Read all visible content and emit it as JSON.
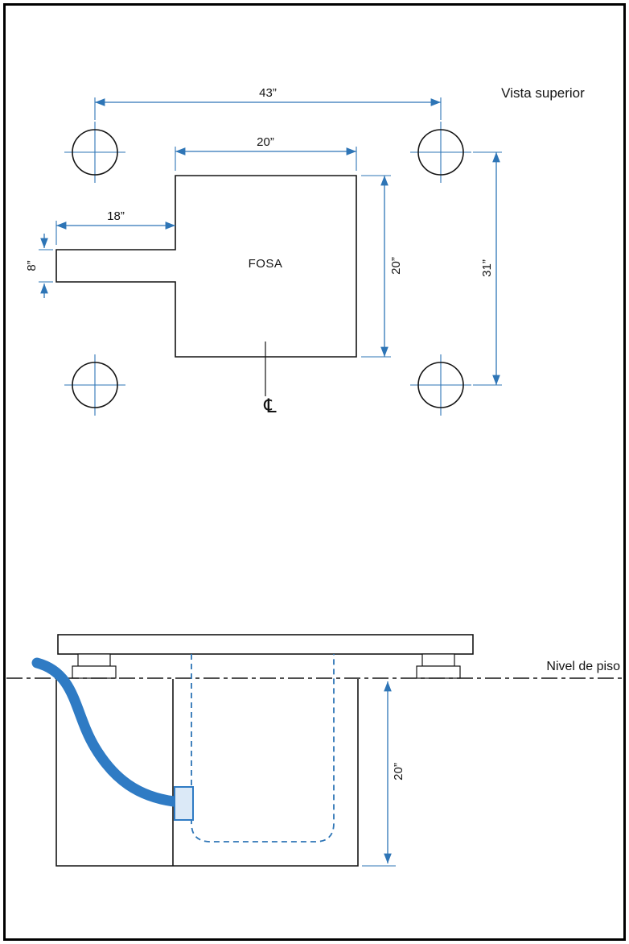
{
  "title": {
    "top_view": "Vista superior"
  },
  "top_view": {
    "fosa_label": "FOSA",
    "centerline_symbol": "℄",
    "dims": {
      "anchors_width": "43”",
      "fosa_width": "20”",
      "channel_length": "18”",
      "channel_width": "8”",
      "fosa_depth": "20”",
      "anchors_height": "31”"
    }
  },
  "side_view": {
    "floor_label": "Nivel de piso",
    "dims": {
      "pit_depth": "20”"
    }
  },
  "colors": {
    "dimension": "#2E75B6",
    "hose": "#2F7BC4",
    "ink": "#141414"
  }
}
